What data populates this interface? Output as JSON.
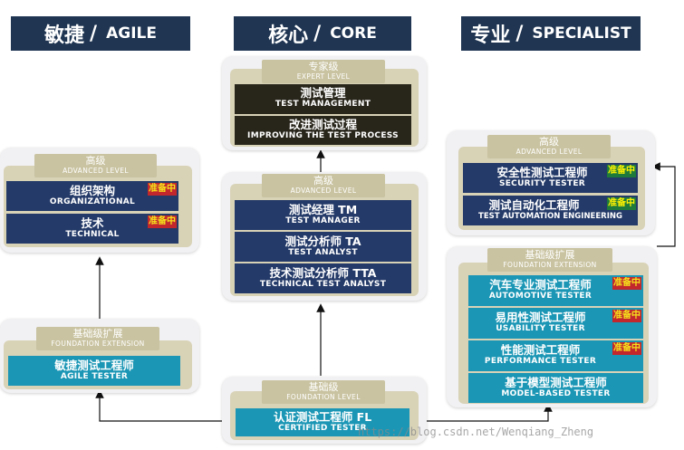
{
  "headers": {
    "agile": {
      "cn": "敏捷",
      "sep": "/",
      "en": "AGILE"
    },
    "core": {
      "cn": "核心",
      "sep": "/",
      "en": "CORE"
    },
    "specialist": {
      "cn": "专业",
      "sep": "/",
      "en": "SPECIALIST"
    }
  },
  "core": {
    "expert": {
      "tab_cn": "专家级",
      "tab_en": "EXPERT LEVEL",
      "items": [
        {
          "cn": "测试管理",
          "en": "TEST MANAGEMENT"
        },
        {
          "cn": "改进测试过程",
          "en": "IMPROVING THE TEST PROCESS"
        }
      ]
    },
    "advanced": {
      "tab_cn": "高级",
      "tab_en": "ADVANCED LEVEL",
      "items": [
        {
          "cn": "测试经理 TM",
          "en": "TEST MANAGER"
        },
        {
          "cn": "测试分析师 TA",
          "en": "TEST ANALYST"
        },
        {
          "cn": "技术测试分析师 TTA",
          "en": "TECHNICAL TEST ANALYST"
        }
      ]
    },
    "foundation": {
      "tab_cn": "基础级",
      "tab_en": "FOUNDATION LEVEL",
      "items": [
        {
          "cn": "认证测试工程师 FL",
          "en": "CERTIFIED TESTER"
        }
      ]
    }
  },
  "agile": {
    "advanced": {
      "tab_cn": "高级",
      "tab_en": "ADVANCED LEVEL",
      "items": [
        {
          "cn": "组织架构",
          "en": "ORGANIZATIONAL",
          "badge": "准备中"
        },
        {
          "cn": "技术",
          "en": "TECHNICAL",
          "badge": "准备中"
        }
      ]
    },
    "foundation_ext": {
      "tab_cn": "基础级扩展",
      "tab_en": "FOUNDATION EXTENSION",
      "items": [
        {
          "cn": "敏捷测试工程师",
          "en": "AGILE TESTER"
        }
      ]
    }
  },
  "specialist": {
    "advanced": {
      "tab_cn": "高级",
      "tab_en": "ADVANCED LEVEL",
      "items": [
        {
          "cn": "安全性测试工程师",
          "en": "SECURITY TESTER",
          "badge": "准备中"
        },
        {
          "cn": "测试自动化工程师",
          "en": "TEST AUTOMATION ENGINEERING",
          "badge": "准备中"
        }
      ]
    },
    "foundation_ext": {
      "tab_cn": "基础级扩展",
      "tab_en": "FOUNDATION  EXTENSION",
      "items": [
        {
          "cn": "汽车专业测试工程师",
          "en": "AUTOMOTIVE TESTER",
          "badge": "准备中"
        },
        {
          "cn": "易用性测试工程师",
          "en": "USABILITY TESTER",
          "badge": "准备中"
        },
        {
          "cn": "性能测试工程师",
          "en": "PERFORMANCE TESTER",
          "badge": "准备中"
        },
        {
          "cn": "基于模型测试工程师",
          "en": "MODEL-BASED TESTER"
        }
      ]
    }
  },
  "watermark": "https://blog.csdn.net/Wenqiang_Zheng"
}
